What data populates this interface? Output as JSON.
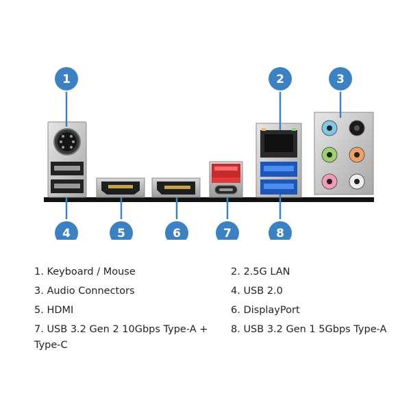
{
  "callouts": [
    "1",
    "2",
    "3",
    "4",
    "5",
    "6",
    "7",
    "8"
  ],
  "legend": [
    "1. Keyboard / Mouse",
    "2. 2.5G LAN",
    "3. Audio Connectors",
    "4. USB 2.0",
    "5. HDMI",
    "6. DisplayPort",
    "7. USB 3.2 Gen 2 10Gbps Type-A +\nType-C",
    "8. USB 3.2 Gen 1 5Gbps Type-A"
  ],
  "colors": {
    "callout": "#3b82c4",
    "callout_line": "#3b82c4",
    "usb3_blue": "#2f6fd3",
    "usb_red": "#e03a3a",
    "audio_lightblue": "#7ec9e8",
    "audio_black": "#1a1a1a",
    "audio_green": "#9ad36a",
    "audio_orange": "#f0a060",
    "audio_pink": "#f29bb7",
    "audio_gray": "#bdbdbd"
  }
}
